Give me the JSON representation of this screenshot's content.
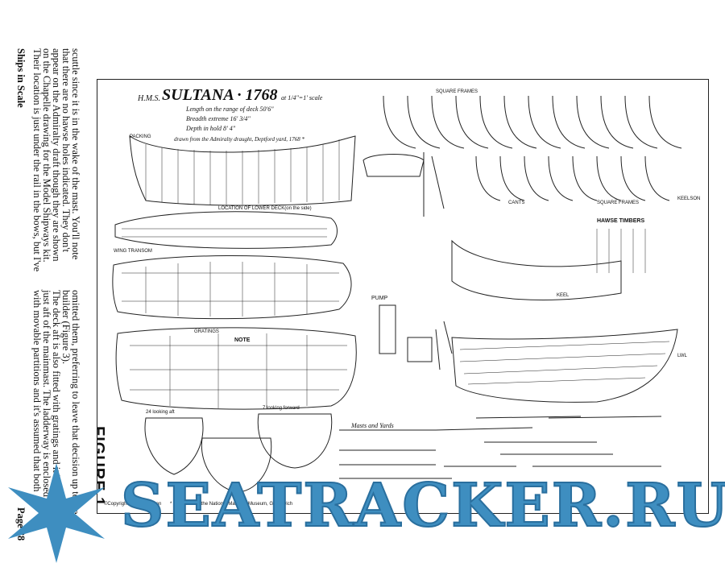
{
  "page": {
    "left_column_lines": [
      "scuttle since it is in the wake of the mast. You'll note",
      "that there are no hawse holes indicated. They don't",
      "appear on the Admiralty draft though they are shown",
      "on the Chapelle drawing for the Model Shipways kit.",
      "Their location is just under the rail in the bows, but I've"
    ],
    "right_column_lines": [
      "omitted them, preferring to leave that decision up to the",
      "builder (Figure 3).",
      "The deck aft is also fitted with gratings and it begins",
      "just aft of the mainmast. The ladderway is enclosed",
      "with movable partitions and it's assumed that both"
    ],
    "running_head": "Ships in Scale",
    "page_number": "Page 88"
  },
  "drawing": {
    "title_prefix": "H.M.S.",
    "title": "SULTANA · 1768",
    "scale": "at 1/4\"=1' scale",
    "specs": [
      "Length on the range of deck  50'6\"",
      "Breadth extreme  16' 3/4\"",
      "Depth in hold  8' 4\""
    ],
    "source_note": "drawn from the Admiralty draught, Deptford yard, 1768 *",
    "figure_label": "FIGURE 1",
    "copyright": "©Copyright 1984 Taubman",
    "collection_note": "* Collection of the National Maritime Museum, Greenwich",
    "labels": {
      "square_frames": "SQUARE FRAMES",
      "square_frames_2": "SQUARE FRAMES",
      "cants": "CANTS",
      "hawse_timbers": "HAWSE TIMBERS",
      "masts_and_yards": "Masts and Yards",
      "pump": "PUMP",
      "note": "NOTE",
      "gratings": "GRATINGS",
      "packing": "PACKING",
      "wing_transom": "WING TRANSOM",
      "lower_deck": "LOCATION OF LOWER DECK(on the side)",
      "keelson": "KEELSON",
      "looking_aft": "24 looking aft",
      "looking_forward": "7 looking forward",
      "keel": "KEEL",
      "lwl": "LWL"
    }
  },
  "watermark": "SEATRACKER.RU",
  "colors": {
    "ink": "#111111",
    "watermark": "#3e8ec0"
  }
}
